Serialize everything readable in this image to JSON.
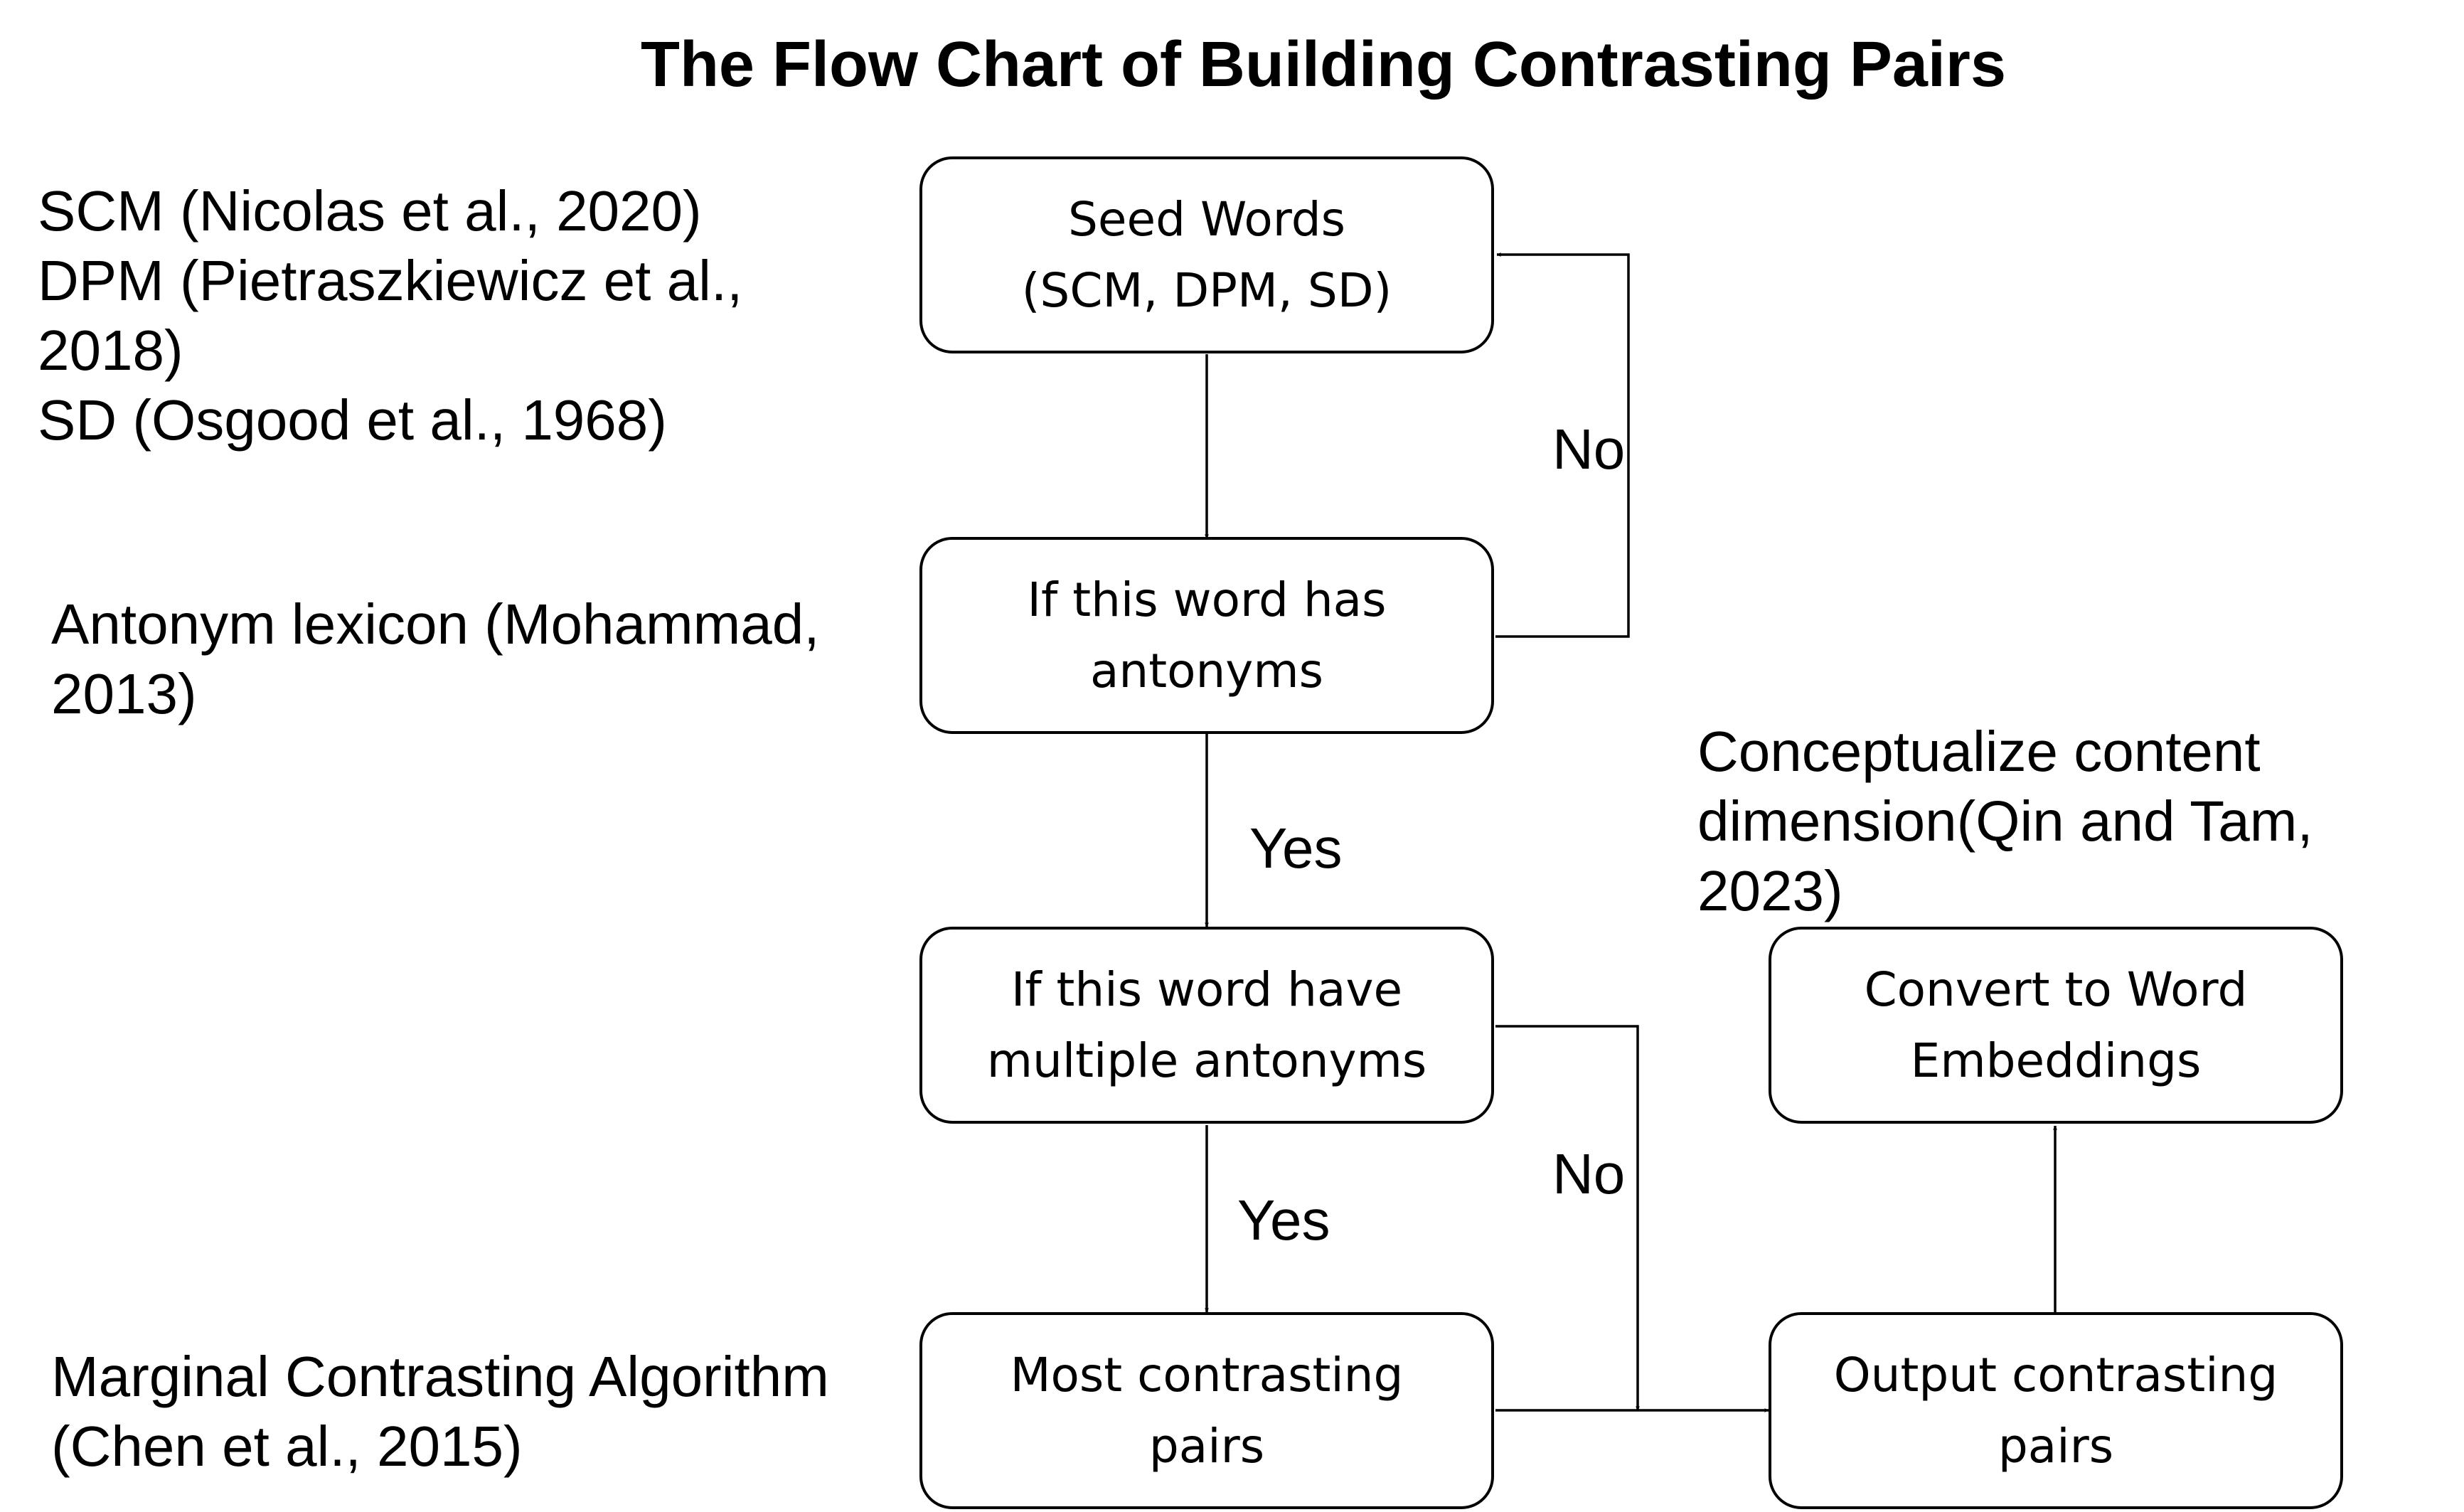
{
  "title": "The Flow Chart of Building Contrasting Pairs",
  "nodes": {
    "seed_words": "Seed Words\n(SCM, DPM, SD)",
    "has_antonyms": "If this word has\nantonyms",
    "multiple_antonyms": "If this word have\nmultiple antonyms",
    "most_contrasting": "Most contrasting\npairs",
    "output_pairs": "Output contrasting\npairs",
    "convert_embeddings": "Convert to Word\nEmbeddings"
  },
  "edge_labels": {
    "no_loop": "No",
    "yes_1": "Yes",
    "yes_2": "Yes",
    "no_2": "No"
  },
  "annotations": {
    "seed_sources": "SCM (Nicolas et al., 2020)\nDPM (Pietraszkiewicz et al.,\n2018)\nSD (Osgood et al., 1968)",
    "antonym_lexicon": "Antonym lexicon (Mohammad,\n2013)",
    "marginal_algorithm": "Marginal Contrasting Algorithm\n(Chen et al., 2015)",
    "conceptualize": "Conceptualize content\ndimension(Qin and Tam,\n2023)"
  }
}
